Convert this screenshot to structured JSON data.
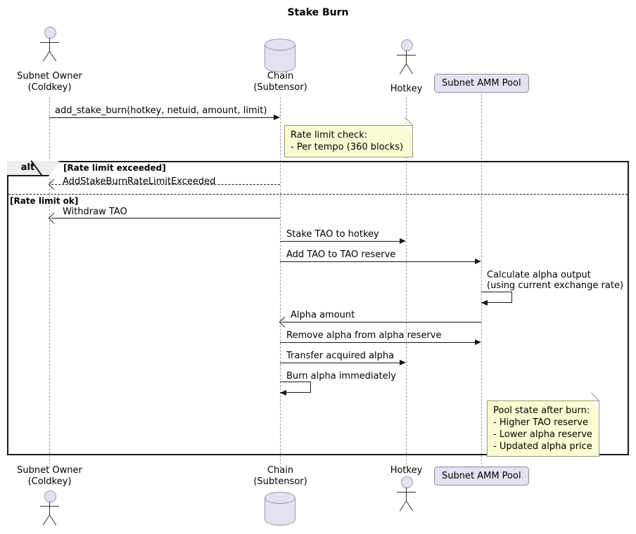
{
  "diagram": {
    "title": "Stake Burn",
    "type": "uml-sequence-diagram"
  },
  "colors": {
    "participant_fill": "#E2E2F0",
    "participant_stroke": "#8A8AA8",
    "note_fill": "#FBFBD3",
    "note_stroke": "#9A9A6A",
    "line": "#181818",
    "lifeline": "#A0A0A0",
    "fragment_tab_fill": "#EEEEEE"
  },
  "participants": [
    {
      "id": "subnet-owner",
      "kind": "actor",
      "line1": "Subnet Owner",
      "line2": "(Coldkey)"
    },
    {
      "id": "chain",
      "kind": "database",
      "line1": "Chain",
      "line2": "(Subtensor)"
    },
    {
      "id": "hotkey",
      "kind": "actor",
      "line1": "Hotkey",
      "line2": ""
    },
    {
      "id": "subnet-amm-pool",
      "kind": "box",
      "line1": "Subnet AMM Pool",
      "line2": ""
    }
  ],
  "messages": [
    {
      "id": "m1",
      "label": "add_stake_burn(hotkey, netuid, amount, limit)",
      "from": "subnet-owner",
      "to": "chain",
      "style": "solid",
      "direction": "right"
    },
    {
      "id": "m2",
      "label": "AddStakeBurnRateLimitExceeded",
      "from": "chain",
      "to": "subnet-owner",
      "style": "dashed",
      "direction": "left"
    },
    {
      "id": "m3",
      "label": "Withdraw TAO",
      "from": "chain",
      "to": "subnet-owner",
      "style": "solid",
      "direction": "left"
    },
    {
      "id": "m4",
      "label": "Stake TAO to hotkey",
      "from": "chain",
      "to": "hotkey",
      "style": "solid",
      "direction": "right"
    },
    {
      "id": "m5",
      "label": "Add TAO to TAO reserve",
      "from": "chain",
      "to": "subnet-amm-pool",
      "style": "solid",
      "direction": "right"
    },
    {
      "id": "m6",
      "label_line1": "Calculate alpha output",
      "label_line2": "(using current exchange rate)",
      "from": "subnet-amm-pool",
      "to": "subnet-amm-pool",
      "style": "solid",
      "direction": "self"
    },
    {
      "id": "m7",
      "label": "Alpha amount",
      "from": "subnet-amm-pool",
      "to": "chain",
      "style": "solid",
      "direction": "left"
    },
    {
      "id": "m8",
      "label": "Remove alpha from alpha reserve",
      "from": "chain",
      "to": "subnet-amm-pool",
      "style": "solid",
      "direction": "right"
    },
    {
      "id": "m9",
      "label": "Transfer acquired alpha",
      "from": "chain",
      "to": "hotkey",
      "style": "solid",
      "direction": "right"
    },
    {
      "id": "m10",
      "label": "Burn alpha immediately",
      "from": "chain",
      "to": "chain",
      "style": "solid",
      "direction": "self"
    }
  ],
  "notes": [
    {
      "id": "note-rate-limit",
      "line1": "Rate limit check:",
      "line2": "- Per tempo (360 blocks)"
    },
    {
      "id": "note-pool-state",
      "line1": "Pool state after burn:",
      "line2": "- Higher TAO reserve",
      "line3": "- Lower alpha reserve",
      "line4": "- Updated alpha price"
    }
  ],
  "fragment": {
    "operator": "alt",
    "guard1": "[Rate limit exceeded]",
    "guard2": "[Rate limit ok]"
  }
}
